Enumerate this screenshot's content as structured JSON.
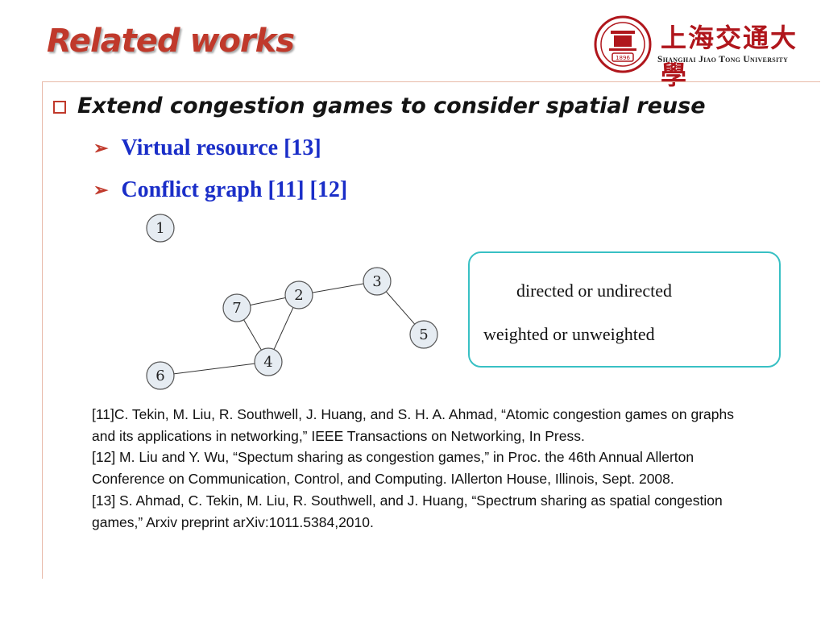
{
  "slide": {
    "title": "Related works",
    "main_bullet": "Extend congestion games to consider spatial reuse",
    "sub_bullets": [
      "Virtual resource [13]",
      "Conflict  graph [11] [12]"
    ]
  },
  "logo": {
    "chinese_name": "上海交通大學",
    "english_name": "Shanghai Jiao Tong University",
    "seal_year": "1896"
  },
  "graph": {
    "nodes": [
      "1",
      "2",
      "3",
      "4",
      "5",
      "6",
      "7"
    ],
    "edges": [
      [
        "7",
        "2"
      ],
      [
        "2",
        "3"
      ],
      [
        "3",
        "5"
      ],
      [
        "7",
        "4"
      ],
      [
        "2",
        "4"
      ],
      [
        "4",
        "6"
      ]
    ]
  },
  "info_box": {
    "line1": "directed or undirected",
    "line2": "weighted or unweighted"
  },
  "references": [
    "[11]C. Tekin, M. Liu, R. Southwell, J. Huang, and S. H. A. Ahmad, “Atomic congestion games on graphs and its applications in networking,” IEEE Transactions on Networking, In Press.",
    "[12] M. Liu and Y. Wu, “Spectum sharing as congestion games,” in Proc. the 46th Annual Allerton Conference on Communication, Control, and Computing. IAllerton House, Illinois, Sept. 2008.",
    "[13] S. Ahmad, C. Tekin, M. Liu, R. Southwell, and J. Huang, “Spectrum sharing as spatial congestion games,” Arxiv preprint arXiv:1011.5384,2010."
  ],
  "colors": {
    "title": "#c0392b",
    "subbullet_text": "#1a2ec8",
    "box_border": "#38c0c4",
    "rule": "#e8b9a8",
    "logo_red": "#b0161c"
  }
}
